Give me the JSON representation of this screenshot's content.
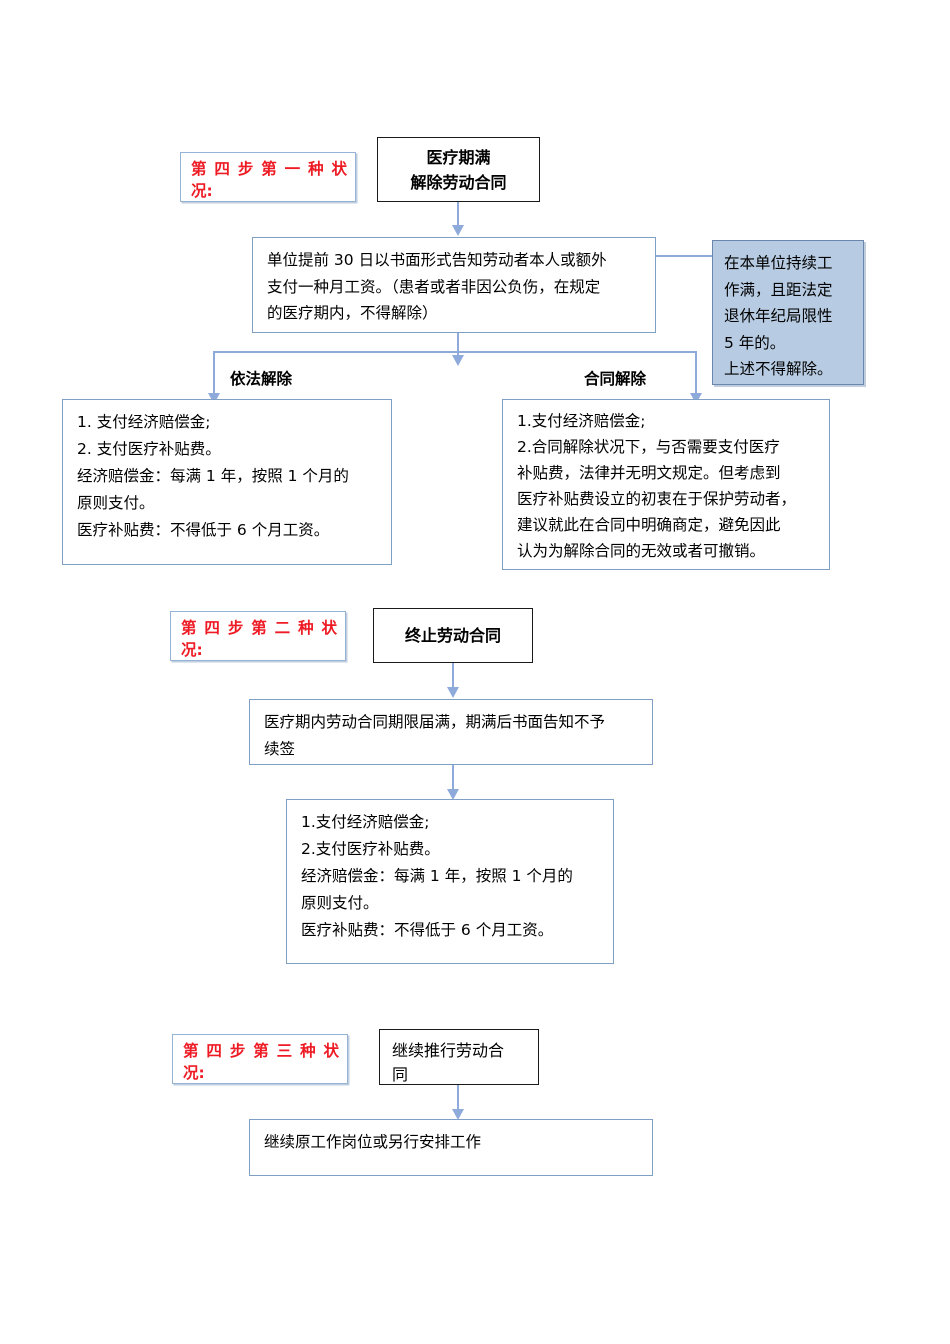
{
  "document": {
    "title": "劳动合同处理流程图",
    "colors": {
      "accent_red": "#ee1b24",
      "connector_blue": "#8eaadb",
      "box_border_blue": "#7f9fc4",
      "note_fill_blue": "#b7cbe2",
      "header_border_black": "#1a1a1a"
    }
  },
  "sections": [
    {
      "id": "case-1",
      "step_label": {
        "line1": "第四步第一种状",
        "line2": "况:"
      },
      "header": {
        "line1": "医疗期满",
        "line2": "解除劳动合同"
      },
      "detail": {
        "line1": "单位提前 30 日以书面形式告知劳动者本人或额外",
        "line2": "支付一种月工资。（患者或者非因公负伤，在规定",
        "line3": "的医疗期内，不得解除）"
      },
      "note": {
        "line1": "在本单位持续工",
        "line2": "作满，且距法定",
        "line3": "退休年纪局限性",
        "line4": "5 年的。",
        "line5": "上述不得解除。"
      },
      "branches": [
        {
          "label": "依法解除"
        },
        {
          "label": "合同解除"
        }
      ],
      "outcome_left": {
        "line1": "1. 支付经济赔偿金;",
        "line2": "2. 支付医疗补贴费。",
        "line3": "经济赔偿金：每满 1 年，按照 1 个月的",
        "line4": "原则支付。",
        "line5": "医疗补贴费：不得低于 6 个月工资。"
      },
      "outcome_right": {
        "line1": "1.支付经济赔偿金;",
        "line2": "2.合同解除状况下，与否需要支付医疗",
        "line3": "补贴费，法律并无明文规定。但考虑到",
        "line4": "医疗补贴费设立的初衷在于保护劳动者，",
        "line5": "建议就此在合同中明确商定，避免因此",
        "line6": "认为为解除合同的无效或者可撤销。"
      }
    },
    {
      "id": "case-2",
      "step_label": {
        "line1": "第四步第二种状",
        "line2": "况:"
      },
      "header": {
        "line1": "终止劳动合同"
      },
      "detail": {
        "line1": "医疗期内劳动合同期限届满，期满后书面告知不予",
        "line2": "续签"
      },
      "outcome": {
        "line1": "1.支付经济赔偿金;",
        "line2": "2.支付医疗补贴费。",
        "line3": "经济赔偿金：每满 1 年，按照 1 个月的",
        "line4": "原则支付。",
        "line5": "医疗补贴费：不得低于 6 个月工资。"
      }
    },
    {
      "id": "case-3",
      "step_label": {
        "line1": "第四步第三种状",
        "line2": "况:"
      },
      "header": {
        "line1": "继续推行劳动合",
        "line2": "同"
      },
      "detail": {
        "line1": "继续原工作岗位或另行安排工作"
      }
    }
  ]
}
